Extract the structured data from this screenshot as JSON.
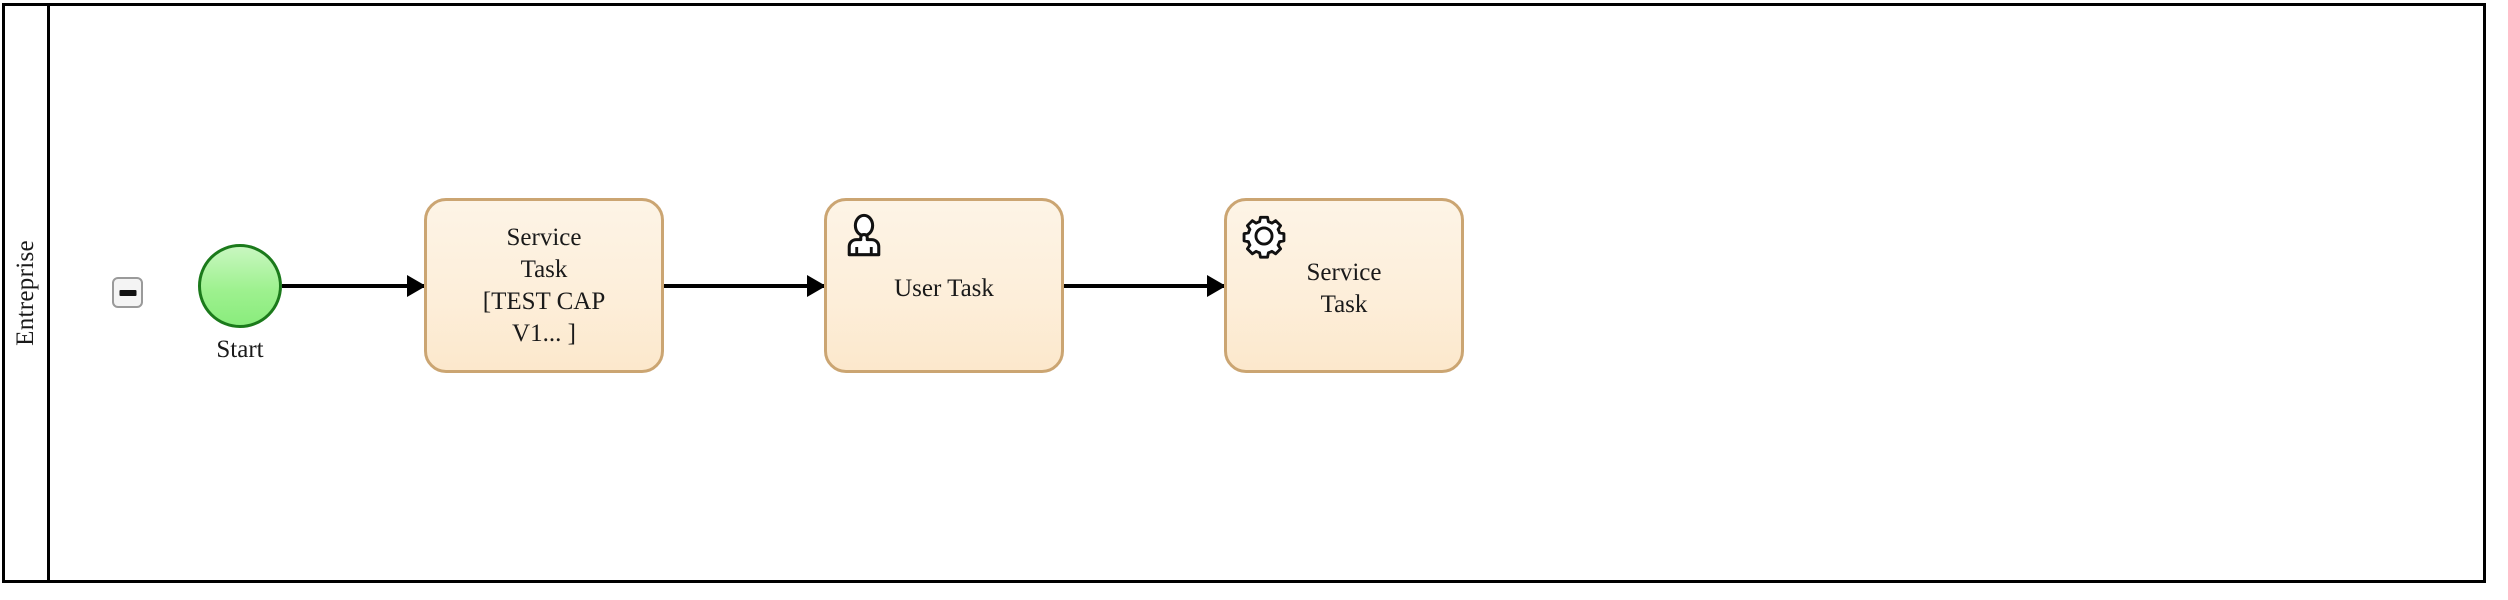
{
  "diagram": {
    "type": "bpmn-process",
    "pool": {
      "lane": {
        "name": "Entreprise",
        "collapse_toggle_icon": "minus-icon"
      }
    },
    "nodes": [
      {
        "id": "start",
        "kind": "start-event",
        "label": "Start",
        "icon": null,
        "fill": "#9ef18f",
        "stroke": "#1b7a1b"
      },
      {
        "id": "task-1",
        "kind": "service-task",
        "label": "Service Task [TEST CAP V1... ]",
        "lines": [
          "Service",
          "Task",
          "[TEST CAP",
          "V1... ]"
        ],
        "icon": null,
        "fill": "#fdeed9",
        "stroke": "#cba572"
      },
      {
        "id": "task-2",
        "kind": "user-task",
        "label": "User Task",
        "lines": [
          "User Task"
        ],
        "icon": "user-icon",
        "fill": "#fdeed9",
        "stroke": "#cba572"
      },
      {
        "id": "task-3",
        "kind": "service-task",
        "label": "Service Task",
        "lines": [
          "Service",
          "Task"
        ],
        "icon": "gear-icon",
        "fill": "#fdeed9",
        "stroke": "#cba572"
      }
    ],
    "flows": [
      {
        "id": "flow-1",
        "from": "start",
        "to": "task-1",
        "label": ""
      },
      {
        "id": "flow-2",
        "from": "task-1",
        "to": "task-2",
        "label": ""
      },
      {
        "id": "flow-3",
        "from": "task-2",
        "to": "task-3",
        "label": ""
      }
    ],
    "colors": {
      "pool_border": "#000000",
      "canvas": "#ffffff",
      "task_fill": "#fdeed9",
      "task_stroke": "#cba572",
      "start_fill": "#9ef18f",
      "start_stroke": "#1b7a1b",
      "flow_stroke": "#000000"
    }
  }
}
